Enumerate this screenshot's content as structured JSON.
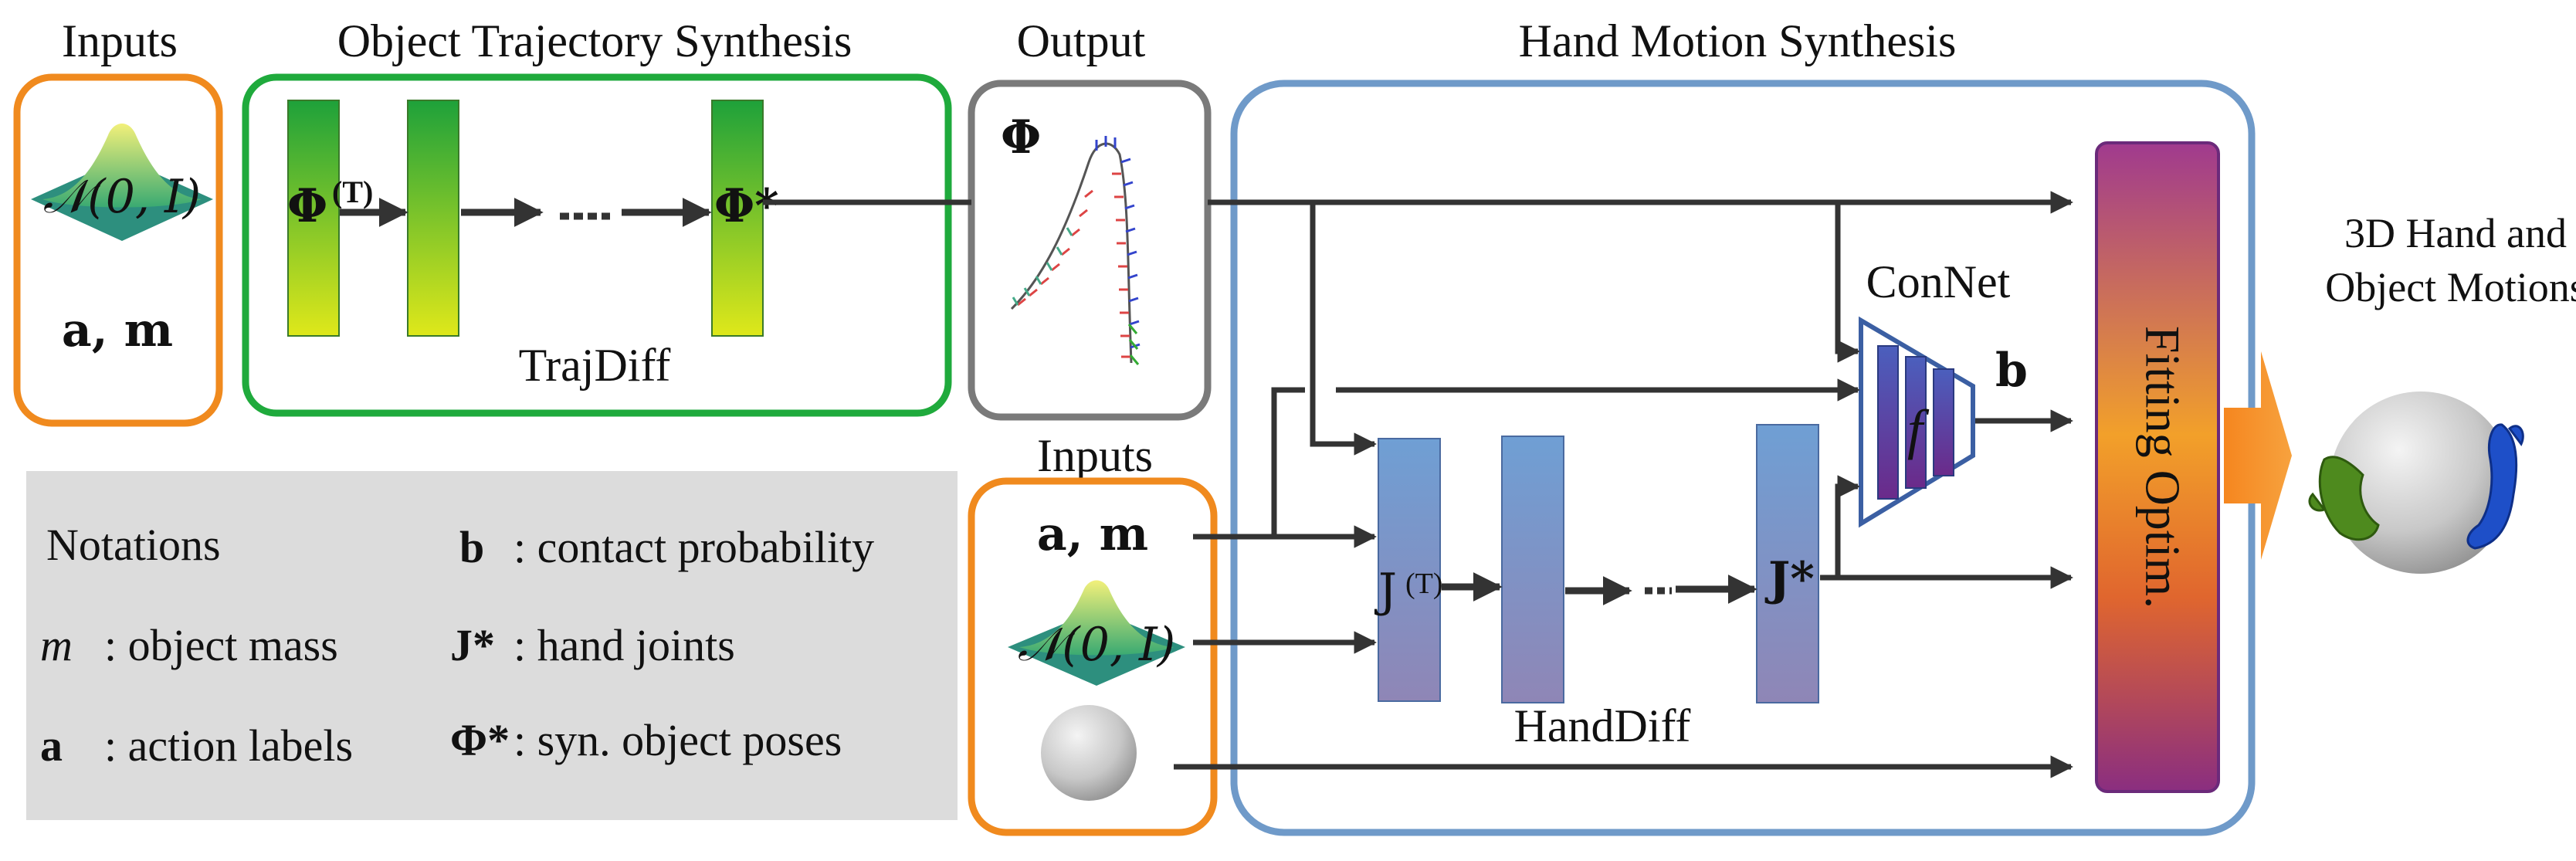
{
  "sections": {
    "inputs_left": "Inputs",
    "object_synthesis": "Object Trajectory Synthesis",
    "output": "Output",
    "hand_synthesis": "Hand Motion Synthesis",
    "inputs_bottom": "Inputs",
    "result": [
      "3D Hand and",
      "Object Motions"
    ]
  },
  "left_inputs": {
    "gaussian": "𝒩(0, I)",
    "action_mass": "a, m"
  },
  "trajdiff": {
    "name": "TrajDiff",
    "first_label": "Φ",
    "first_sup": "(T)",
    "last_label": "Φ*"
  },
  "output": {
    "label": "Φ"
  },
  "bottom_inputs": {
    "action_mass": "a, m",
    "gaussian": "𝒩(0, I)"
  },
  "handdiff": {
    "name": "HandDiff",
    "first_label": "J",
    "first_sup": "(T)",
    "last_label": "J*"
  },
  "connet": {
    "name": "ConNet",
    "symbol": "f",
    "output_label": "b"
  },
  "fitting": {
    "label": "Fitting Optim."
  },
  "notations": {
    "title": "Notations",
    "items": [
      {
        "symbol": "b",
        "text": ": contact probability"
      },
      {
        "symbol": "m",
        "text": ": object mass"
      },
      {
        "symbol": "J*",
        "text": ": hand joints"
      },
      {
        "symbol": "a",
        "text": ": action labels"
      },
      {
        "symbol": "Φ*",
        "text": ": syn. object poses"
      }
    ]
  },
  "colors": {
    "orange": "#f08a1e",
    "green": "#1faa3c",
    "gray_border": "#7a7a7a",
    "blue_border": "#6f9ac9",
    "arrow": "#333333",
    "notation_bg": "#dcdcdc",
    "big_arrow": "#f5861f"
  }
}
